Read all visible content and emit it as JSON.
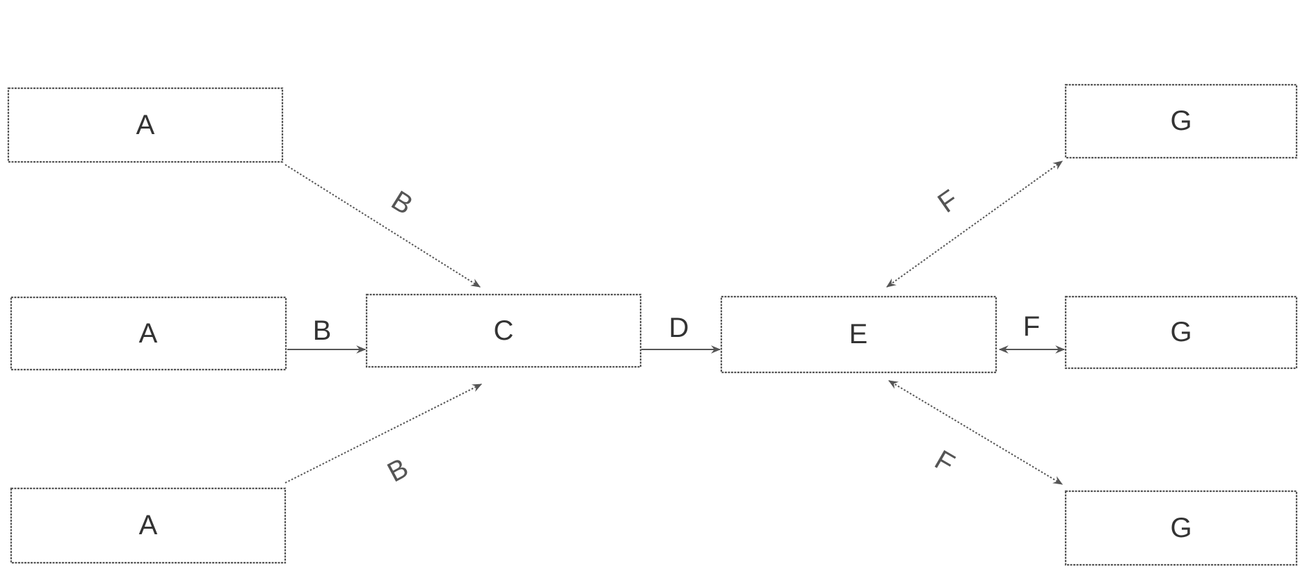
{
  "nodes": {
    "a_top": "A",
    "a_middle": "A",
    "a_bottom": "A",
    "c": "C",
    "e": "E",
    "g_top": "G",
    "g_middle": "G",
    "g_bottom": "G"
  },
  "edges": {
    "b_top": "B",
    "b_middle": "B",
    "b_bottom": "B",
    "d": "D",
    "f_top": "F",
    "f_middle": "F",
    "f_bottom": "F"
  },
  "colors": {
    "stroke": "#555555",
    "text": "#333333",
    "background": "#ffffff"
  }
}
